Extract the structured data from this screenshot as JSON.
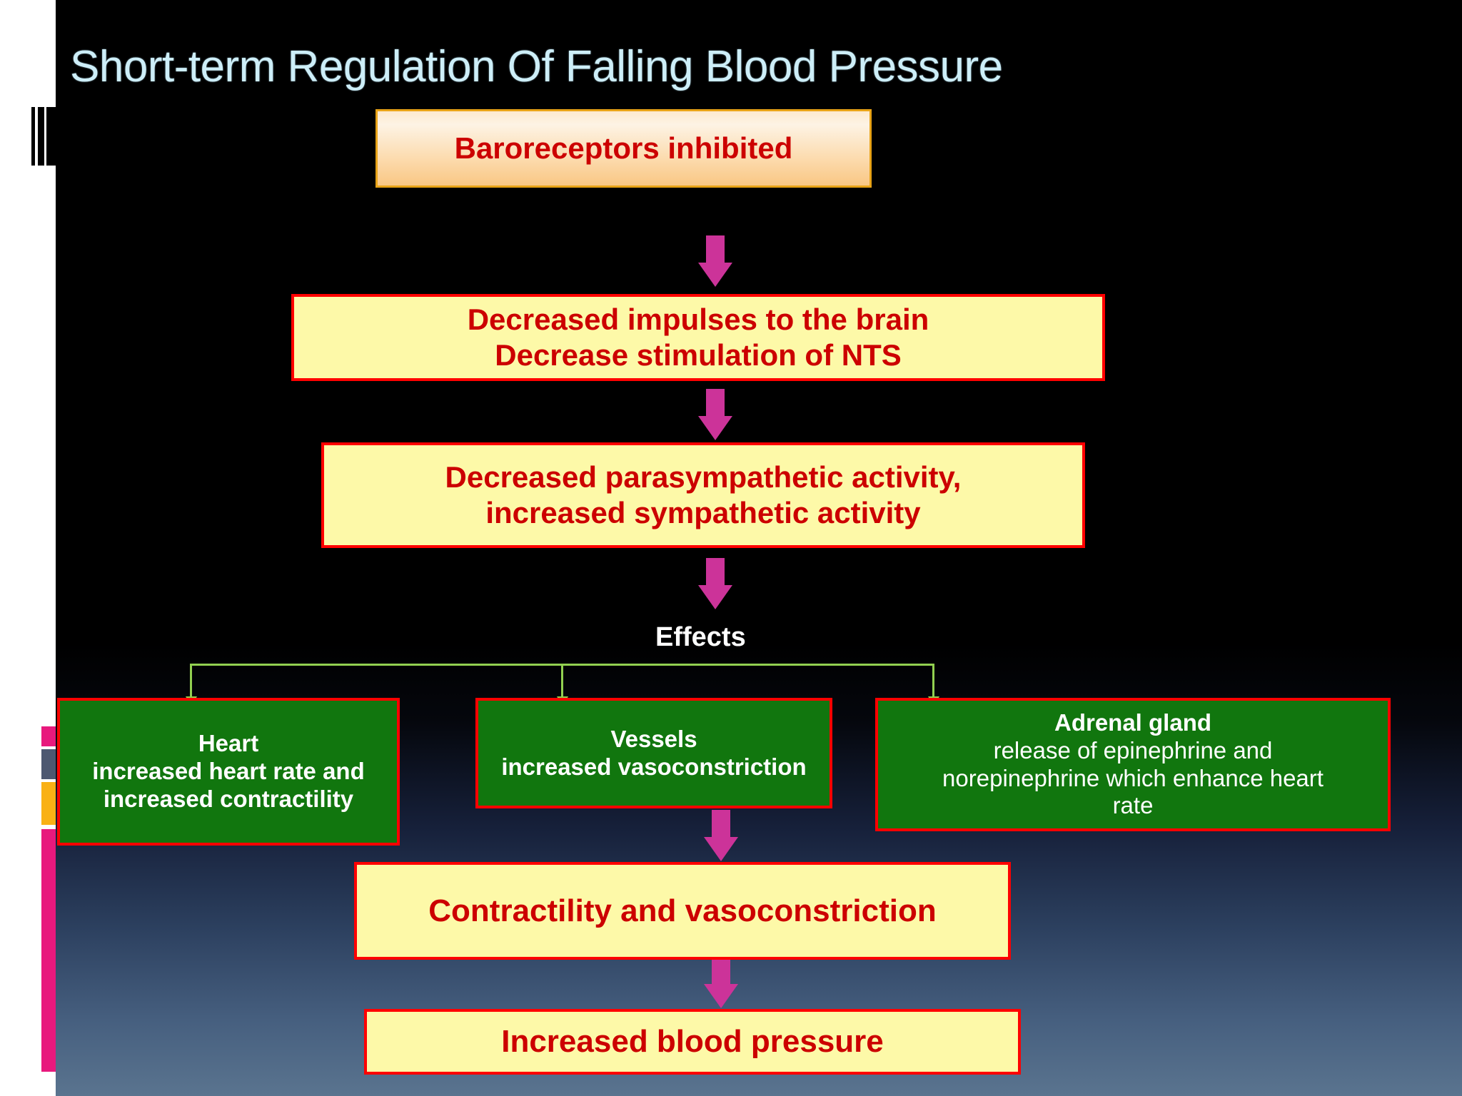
{
  "slide": {
    "title": "Short-term Regulation Of Falling Blood Pressure",
    "title_color": "#cdeef8",
    "background_top_color": "#000000",
    "background_bottom_color": "#5a748f"
  },
  "palette": {
    "yellow_box_fill": "#fdf9a8",
    "yellow_box_border": "#ff0000",
    "yellow_box_text": "#cc0000",
    "orange_box_fill": "#fcdcb0",
    "orange_box_border": "#e8a317",
    "green_box_fill": "#11760e",
    "green_box_border": "#ff0000",
    "green_box_text": "#ffffff",
    "arrow_color": "#cc3399",
    "connector_color": "#92d050",
    "chip_pink": "#e8197d",
    "chip_slate": "#4d5871",
    "chip_amber": "#f9b115",
    "chip_magenta": "#e8197d"
  },
  "flow": {
    "node_baroreceptors": "Baroreceptors inhibited",
    "node_impulses_line1": "Decreased impulses to the brain",
    "node_impulses_line2": "Decrease stimulation of NTS",
    "node_autonomic_line1": "Decreased parasympathetic activity,",
    "node_autonomic_line2": "increased sympathetic activity",
    "effects_label": "Effects",
    "node_heart_title": "Heart",
    "node_heart_line1": "increased heart rate and",
    "node_heart_line2": "increased contractility",
    "node_vessels_title": "Vessels",
    "node_vessels_line1": "increased vasoconstriction",
    "node_adrenal_title": "Adrenal gland",
    "node_adrenal_line1": "release of epinephrine and",
    "node_adrenal_line2": "norepinephrine which enhance heart",
    "node_adrenal_line3": "rate",
    "node_contractility": "Contractility and vasoconstriction",
    "node_increased_bp": "Increased blood pressure"
  }
}
